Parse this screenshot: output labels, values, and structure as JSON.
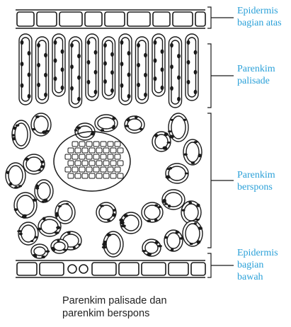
{
  "labels": {
    "upper_epidermis": [
      "Epidermis",
      "bagian atas"
    ],
    "palisade": [
      "Parenkim",
      "palisade"
    ],
    "spongy": [
      "Parenkim",
      "berspons"
    ],
    "lower_epidermis": [
      "Epidermis",
      "bagian",
      "bawah"
    ]
  },
  "caption": [
    "Parenkim palisade dan",
    "parenkim berspons"
  ],
  "colors": {
    "label": "#2aa0d8",
    "line": "#1a1a1a",
    "text": "#222222"
  }
}
